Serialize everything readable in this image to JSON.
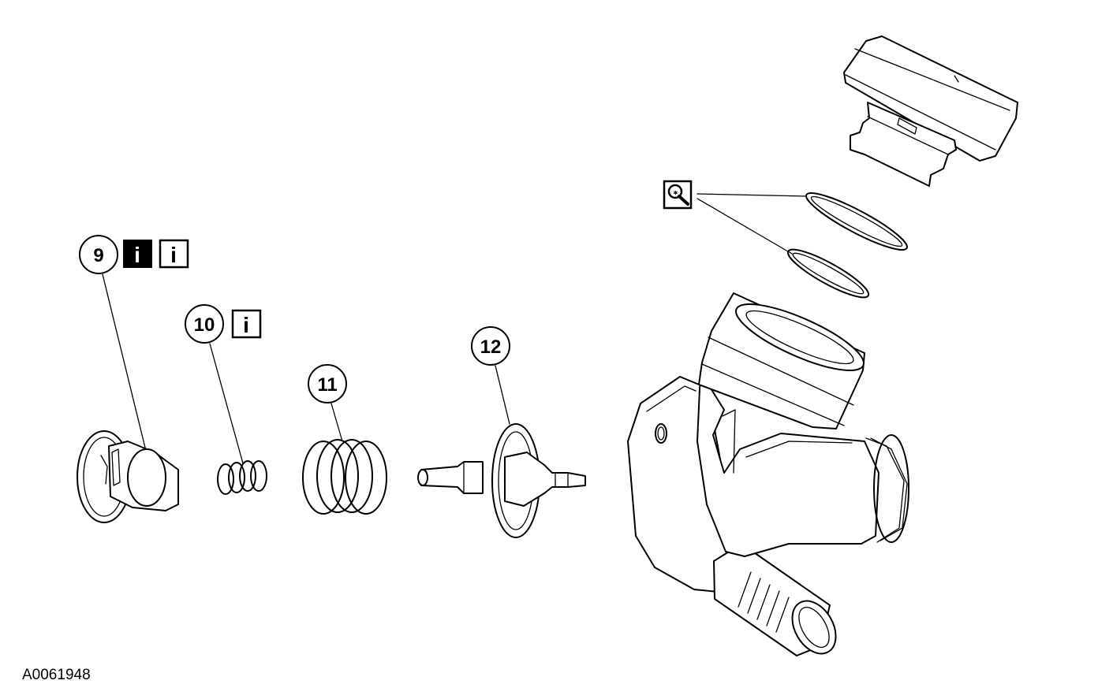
{
  "figure_id": "A0061948",
  "callouts": {
    "c9": "9",
    "c10": "10",
    "c11": "11",
    "c12": "12"
  },
  "info_icon": {
    "glyph": "i",
    "icon_name": "info-icon"
  },
  "inspect_icon": {
    "icon_name": "magnifier-inspect-icon"
  },
  "colors": {
    "line": "#000000",
    "background": "#ffffff"
  }
}
